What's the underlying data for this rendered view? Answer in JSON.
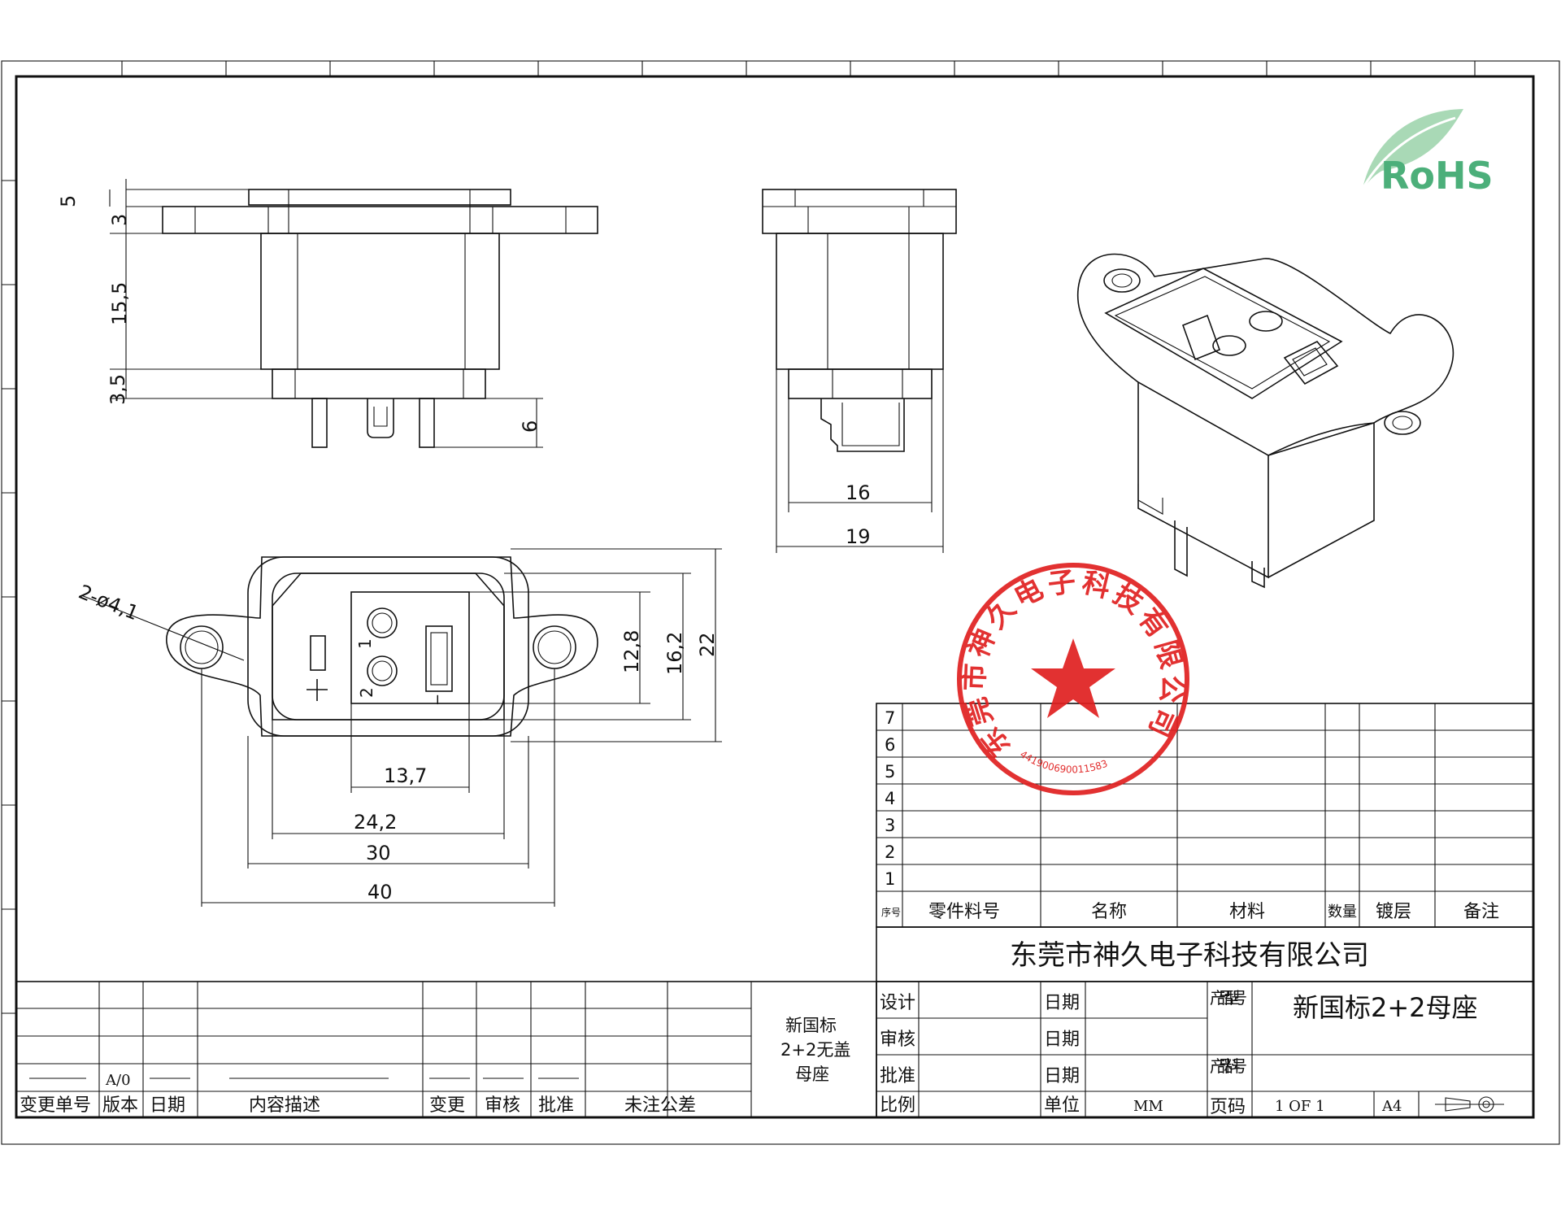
{
  "logo": {
    "text": "RoHS",
    "color": "#4caf7a"
  },
  "dims": {
    "side_left": [
      "5",
      "3",
      "15,5",
      "3,5",
      "6"
    ],
    "side_right": [
      "16",
      "19"
    ],
    "front": [
      "2-ø4,1",
      "12,8",
      "16,2",
      "22",
      "13,7",
      "24,2",
      "30",
      "40"
    ],
    "pin_labels": [
      "1",
      "2",
      "+",
      "−"
    ]
  },
  "stamp": {
    "text": "东莞市神久电子科技有限公司",
    "code": "441900690011583",
    "color": "#e02020"
  },
  "bom": {
    "rows": [
      "7",
      "6",
      "5",
      "4",
      "3",
      "2",
      "1"
    ],
    "headers": [
      "序号",
      "零件料号",
      "名称",
      "材料",
      "数量",
      "镀层",
      "备注"
    ]
  },
  "company": "东莞市神久电子科技有限公司",
  "title_block": {
    "design": "设计",
    "review": "审核",
    "approve": "批准",
    "scale": "比例",
    "date": "日期",
    "unit_label": "单位",
    "unit": "MM",
    "page_label": "页码",
    "page": "1 OF 1",
    "size": "A4",
    "model_label": "产品型号",
    "model": "新国标2+2母座",
    "part_label": "产品料号"
  },
  "revision": {
    "rev": "A/0",
    "headers": [
      "变更单号",
      "版本",
      "日期",
      "内容描述",
      "变更",
      "审核",
      "批准",
      "未注公差"
    ],
    "product_name": [
      "新国标",
      "2+2无盖",
      "母座"
    ]
  }
}
